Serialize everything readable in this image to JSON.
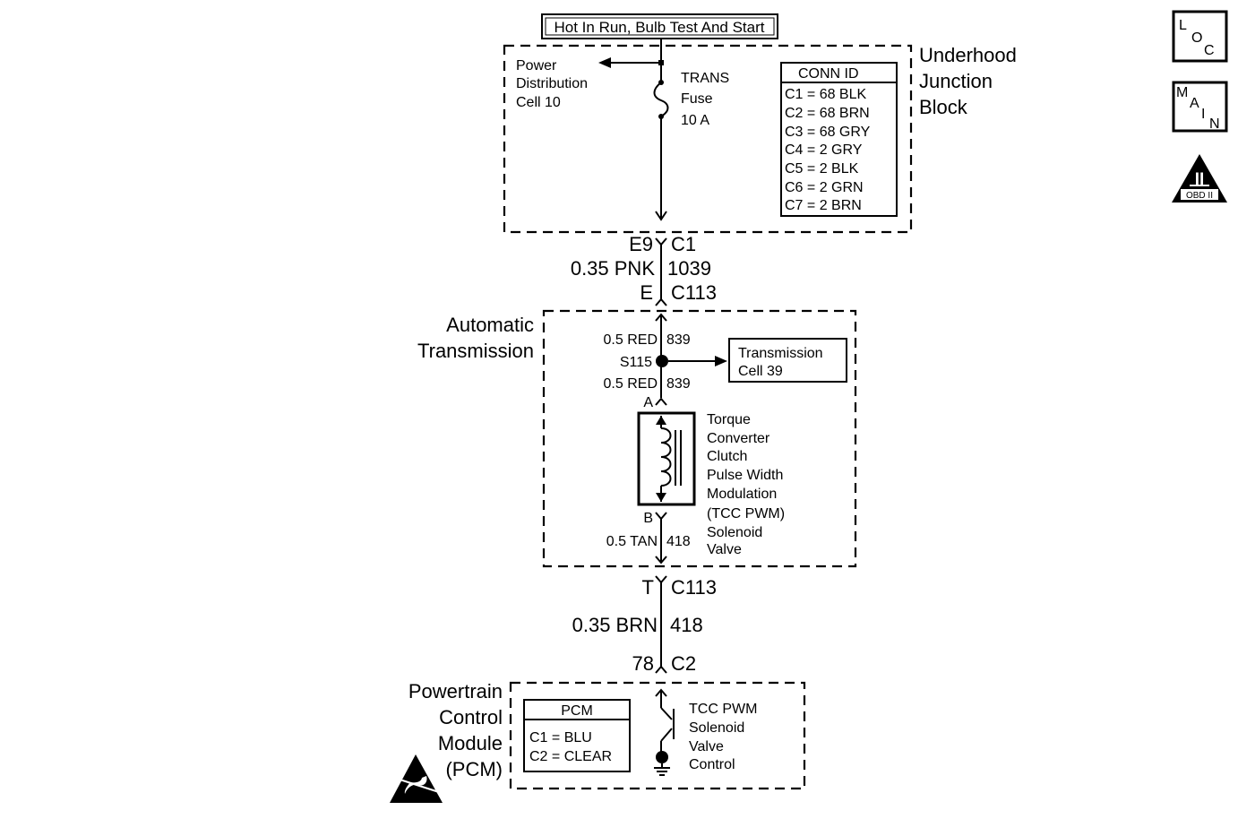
{
  "header": {
    "power_label": "Hot In Run, Bulb Test And Start"
  },
  "icons": {
    "loc": [
      "L",
      "O",
      "C"
    ],
    "main": [
      "M",
      "A",
      "I",
      "N"
    ],
    "obd_roman": "II",
    "obd_label": "OBD II"
  },
  "underhood": {
    "title_lines": [
      "Underhood",
      "Junction",
      "Block"
    ],
    "power_dist_lines": [
      "Power",
      "Distribution",
      "Cell 10"
    ],
    "fuse_lines": [
      "TRANS",
      "Fuse",
      "10 A"
    ],
    "conn_header": "CONN   ID",
    "conn_rows": [
      "C1 = 68 BLK",
      "C2 = 68 BRN",
      "C3 = 68 GRY",
      "C4 = 2 GRY",
      "C5 = 2 BLK",
      "C6 = 2 GRN",
      "C7 = 2 BRN"
    ]
  },
  "wire_upper": {
    "pin_left": "E9",
    "conn_right": "C1",
    "gauge_color": "0.35 PNK",
    "circuit": "1039",
    "pin_left2": "E",
    "conn_right2": "C113"
  },
  "auto_trans": {
    "title_lines": [
      "Automatic",
      "Transmission"
    ],
    "wire1_gauge": "0.5 RED",
    "wire1_circuit": "839",
    "splice": "S115",
    "wire2_gauge": "0.5 RED",
    "wire2_circuit": "839",
    "trans_cell_lines": [
      "Transmission",
      "Cell 39"
    ],
    "pin_a": "A",
    "pin_b": "B",
    "solenoid_lines": [
      "Torque",
      "Converter",
      "Clutch",
      "Pulse Width",
      "Modulation",
      "(TCC PWM)",
      "Solenoid",
      "Valve"
    ],
    "wire3_gauge": "0.5 TAN",
    "wire3_circuit": "418"
  },
  "wire_lower": {
    "pin_left": "T",
    "conn_right": "C113",
    "gauge_color": "0.35 BRN",
    "circuit": "418",
    "pin_left2": "78",
    "conn_right2": "C2"
  },
  "pcm": {
    "title_lines": [
      "Powertrain",
      "Control",
      "Module",
      "(PCM)"
    ],
    "box_header": "PCM",
    "box_rows": [
      "C1 = BLU",
      "C2 = CLEAR"
    ],
    "control_lines": [
      "TCC PWM",
      "Solenoid",
      "Valve",
      "Control"
    ]
  }
}
